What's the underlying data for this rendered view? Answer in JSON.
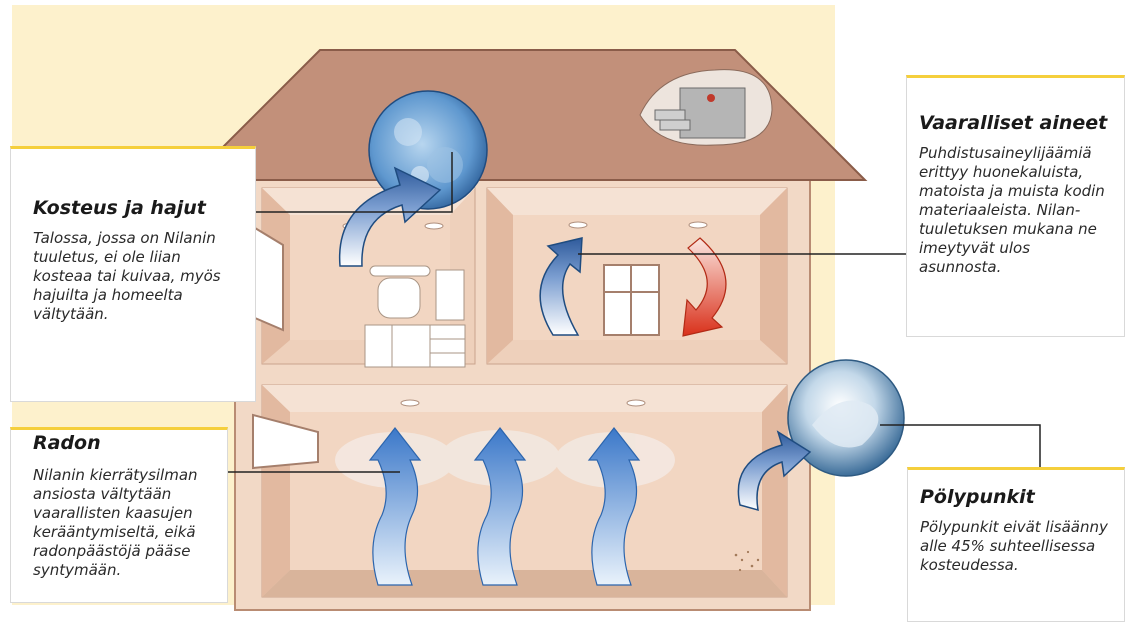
{
  "callouts": {
    "kosteus": {
      "title": "Kosteus ja hajut",
      "text": "Talossa, jossa on Nilanin tuuletus, ei ole liian kosteaa tai kuivaa, myös hajuilta ja homeelta vältytään."
    },
    "vaaralliset": {
      "title": "Vaaralliset aineet",
      "text": "Puhdistusaineylijäämiä erittyy huonekaluista, matoista ja muista kodin materiaaleista. Nilan-tuuletuksen mukana ne imeytyvät ulos asunnosta."
    },
    "radon": {
      "title": "Radon",
      "text": "Nilanin kierrätysilman ansiosta vältytään vaarallisten kaasujen kerääntymiseltä, eikä radonpäästöjä pääse syntymään."
    },
    "polypunkit": {
      "title": "Pölypunkit",
      "text": "Pölypunkit eivät lisäänny alle 45% suhteellisessa kosteudessa."
    }
  },
  "colors": {
    "background_panel": "#fdf1cc",
    "roof": "#bf8a6e",
    "walls": "#ecc9b0",
    "accent_border": "#f5cf3c",
    "arrow_blue": "#3f6aa8",
    "arrow_red": "#d83a22"
  }
}
